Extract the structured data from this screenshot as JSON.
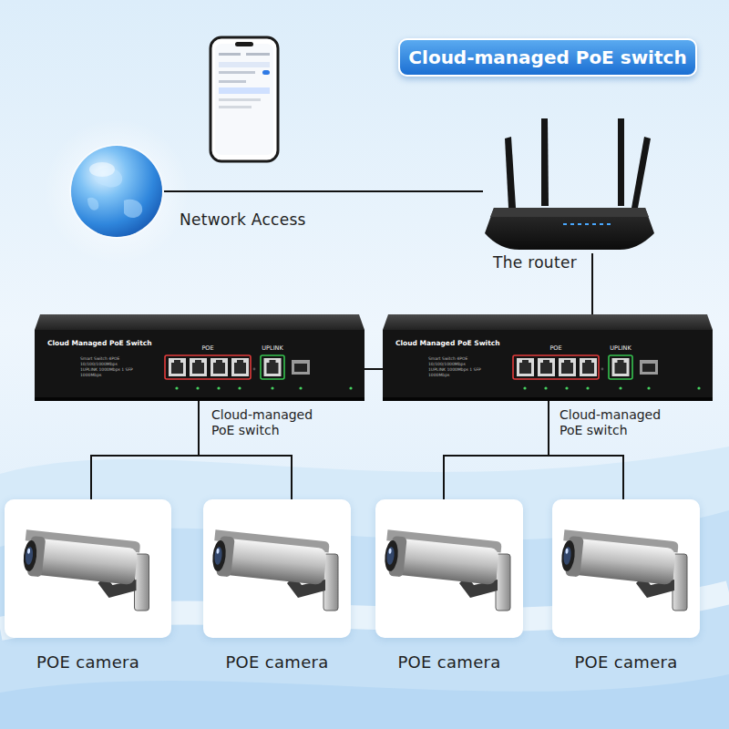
{
  "diagram": {
    "title": "Cloud-managed PoE switch",
    "nodes": [
      {
        "text": [
          "Network Access"
        ]
      },
      {
        "text": [
          "The router"
        ]
      },
      {
        "text": [
          "Cloud Managed PoE Switch",
          "POE",
          "UPLINK",
          "Smart Switch 4POE 10/100/1000Mbps 1UPLINK 1000Mbps 1 SFP 1000Mbps",
          "Cloud-managed PoE switch"
        ]
      },
      {
        "text": [
          "Cloud Managed PoE Switch",
          "POE",
          "UPLINK",
          "Smart Switch 4POE 10/100/1000Mbps 1UPLINK 1000Mbps 1 SFP 1000Mbps",
          "Cloud-managed PoE switch"
        ]
      },
      {
        "text": [
          "POE camera"
        ]
      },
      {
        "text": [
          "POE camera"
        ]
      },
      {
        "text": [
          "POE camera"
        ]
      },
      {
        "text": [
          "POE camera"
        ]
      }
    ],
    "edges": [
      {
        "from": 0,
        "to": 1,
        "arrow": "none"
      },
      {
        "from": 1,
        "to": 3,
        "arrow": "none"
      },
      {
        "from": 2,
        "to": 3,
        "arrow": "none"
      },
      {
        "from": 2,
        "to": 4,
        "arrow": "none"
      },
      {
        "from": 2,
        "to": 5,
        "arrow": "none"
      },
      {
        "from": 3,
        "to": 6,
        "arrow": "none"
      },
      {
        "from": 3,
        "to": 7,
        "arrow": "none"
      }
    ]
  }
}
